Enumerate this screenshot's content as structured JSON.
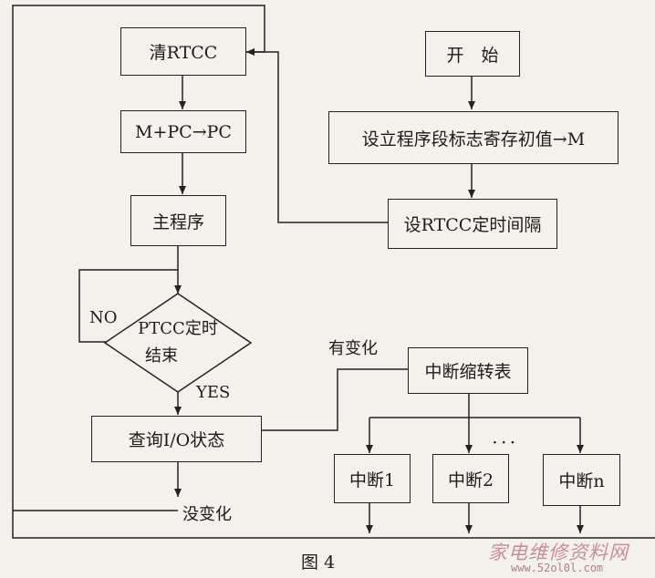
{
  "nodes": {
    "clear_rtcc": "清RTCC",
    "m_plus_pc": "M+PC→PC",
    "main_program": "主程序",
    "ptcc_decision_line1": "PTCC定时",
    "ptcc_decision_line2": "结束",
    "query_io": "查询I/O状态",
    "start": "开　始",
    "set_init_value": "设立程序段标志寄存初值→M",
    "set_rtcc_interval": "设RTCC定时间隔",
    "interrupt_table": "中断缩转表",
    "interrupt_1": "中断1",
    "interrupt_2": "中断2",
    "interrupt_n": "中断n"
  },
  "edge_labels": {
    "no": "NO",
    "yes": "YES",
    "changed": "有变化",
    "unchanged": "没变化",
    "ellipsis": "· · ·"
  },
  "caption": "图 4",
  "watermark": {
    "line1": "家电维修资料网",
    "line2": "www.52ol0l.com"
  }
}
